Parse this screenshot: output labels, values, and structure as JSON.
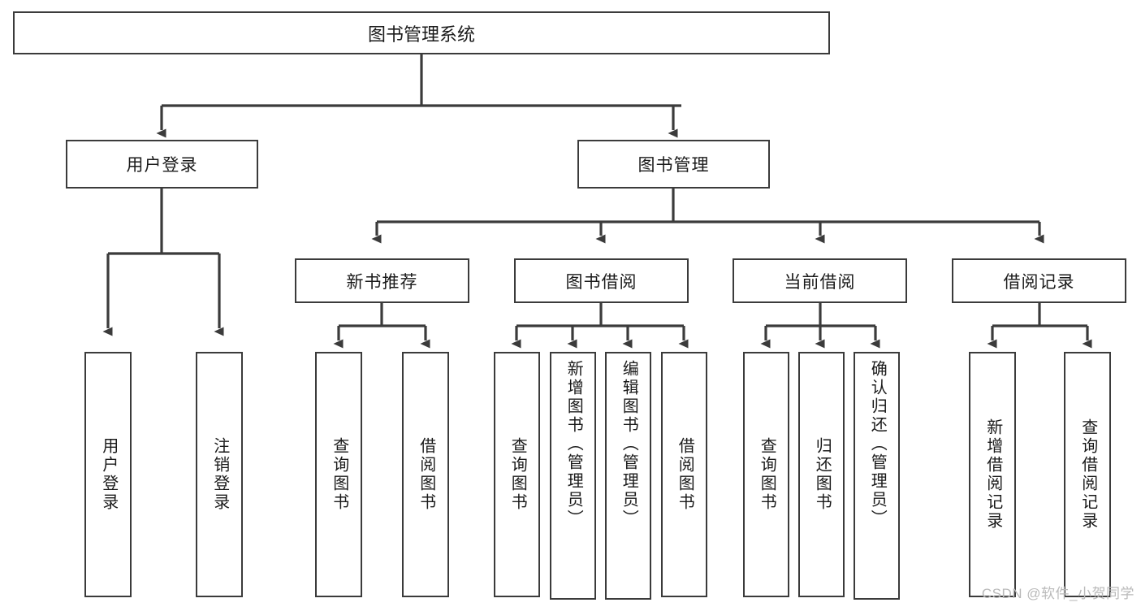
{
  "diagram": {
    "type": "tree",
    "title": "图书管理系统",
    "watermark": "CSDN @软件_小贺同学",
    "colors": {
      "border": "#3b3b3b",
      "background": "#ffffff",
      "text": "#1a1a1a",
      "watermark": "#b9b9b9"
    },
    "nodes": {
      "root": {
        "label": "图书管理系统",
        "level": 0
      },
      "l1_0": {
        "label": "用户登录",
        "level": 1
      },
      "l1_1": {
        "label": "图书管理",
        "level": 1
      },
      "l2_0": {
        "label": "新书推荐",
        "level": 2
      },
      "l2_1": {
        "label": "图书借阅",
        "level": 2
      },
      "l2_2": {
        "label": "当前借阅",
        "level": 2
      },
      "l2_3": {
        "label": "借阅记录",
        "level": 2
      },
      "leaf_0": {
        "label": "用户登录",
        "parent": "用户登录"
      },
      "leaf_1": {
        "label": "注销登录",
        "parent": "用户登录"
      },
      "leaf_2": {
        "label": "查询图书",
        "parent": "新书推荐"
      },
      "leaf_3": {
        "label": "借阅图书",
        "parent": "新书推荐"
      },
      "leaf_4": {
        "label": "查询图书",
        "parent": "图书借阅"
      },
      "leaf_5": {
        "label": "新增图书（管理员）",
        "parent": "图书借阅"
      },
      "leaf_6": {
        "label": "编辑图书（管理员）",
        "parent": "图书借阅"
      },
      "leaf_7": {
        "label": "借阅图书",
        "parent": "图书借阅"
      },
      "leaf_8": {
        "label": "查询图书",
        "parent": "当前借阅"
      },
      "leaf_9": {
        "label": "归还图书",
        "parent": "当前借阅"
      },
      "leaf_10": {
        "label": "确认归还（管理员）",
        "parent": "当前借阅"
      },
      "leaf_11": {
        "label": "新增借阅记录",
        "parent": "借阅记录"
      },
      "leaf_12": {
        "label": "查询借阅记录",
        "parent": "借阅记录"
      }
    }
  }
}
